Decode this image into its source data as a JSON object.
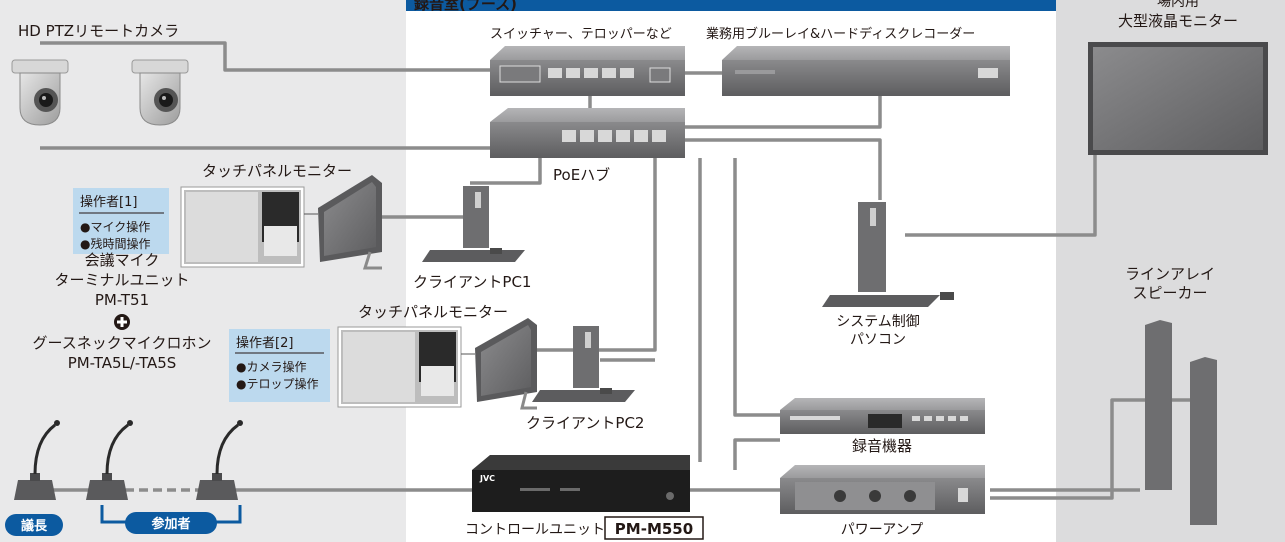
{
  "zones": {
    "studio_label": "録音室(ブース)"
  },
  "labels": {
    "camera": "HD PTZリモートカメラ",
    "switcher": "スイッチャー、テロッパーなど",
    "recorder_bd": "業務用ブルーレイ&ハードディスクレコーダー",
    "monitor_line1": "場内用",
    "monitor_line2": "大型液晶モニター",
    "poe_hub": "PoEハブ",
    "touch_panel_1": "タッチパネルモニター",
    "touch_panel_2": "タッチパネルモニター",
    "client_pc1": "クライアントPC1",
    "client_pc2": "クライアントPC2",
    "system_pc_line1": "システム制御",
    "system_pc_line2": "パソコン",
    "mic_unit_line1": "会議マイク",
    "mic_unit_line2": "ターミナルユニット",
    "mic_unit_model": "PM-T51",
    "gooseneck_line1": "グースネックマイクロホン",
    "gooseneck_model": "PM-TA5L/-TA5S",
    "line_array_line1": "ラインアレイ",
    "line_array_line2": "スピーカー",
    "audio_recorder": "録音機器",
    "power_amp": "パワーアンプ",
    "control_unit": "コントロールユニット",
    "control_unit_model": "PM-M550",
    "chair_badge": "議長",
    "participant_badge": "参加者"
  },
  "operators": [
    {
      "title": "操作者[1]",
      "tasks": [
        "●マイク操作",
        "●残時間操作"
      ]
    },
    {
      "title": "操作者[2]",
      "tasks": [
        "●カメラ操作",
        "●テロップ操作"
      ]
    }
  ],
  "colors": {
    "background": "#e9e9ea",
    "studio_zone": "#ffffff",
    "right_zone": "#dcdcdd",
    "brand_blue": "#0c5aa0",
    "cable": "#8c8c8c",
    "operator_box": "#bcd9ee",
    "device_dark": "#1d1d1d",
    "device_gray": "#6f6f71"
  },
  "icons": [
    "ptz-camera-icon",
    "touch-panel-icon",
    "tower-pc-icon",
    "gooseneck-mic-icon",
    "line-array-speaker-icon"
  ]
}
